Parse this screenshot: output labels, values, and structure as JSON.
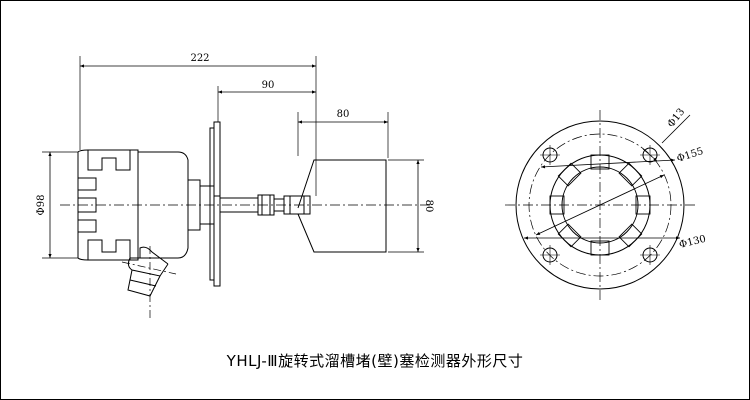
{
  "side_view": {
    "dim_overall": "222",
    "dim_shaft": "90",
    "dim_paddle_width": "80",
    "dim_housing_dia": "Φ98",
    "dim_paddle_height": "80"
  },
  "flange_view": {
    "dim_hole": "Φ13",
    "dim_outer": "Φ155",
    "dim_bolt_circle": "Φ130"
  },
  "caption": "YHLJ-Ⅲ旋转式溜槽堵(壁)塞检测器外形尺寸"
}
